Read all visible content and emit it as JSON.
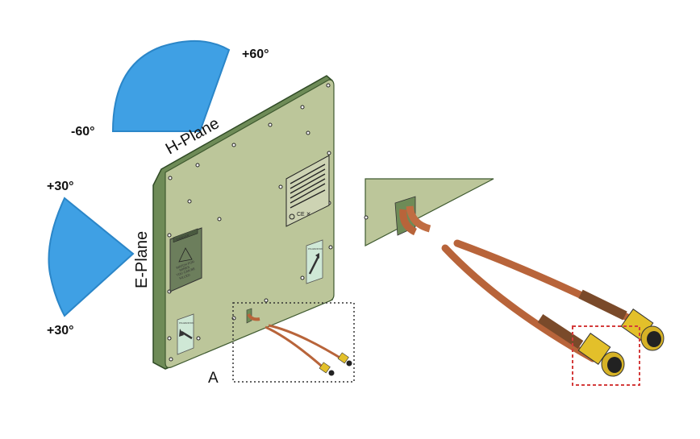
{
  "labels": {
    "h_plus": "+60°",
    "h_minus": "-60°",
    "h_plane": "H-Plane",
    "e_plus_top": "+30°",
    "e_plus_bottom": "+30°",
    "e_plane": "E-Plane",
    "detail": "A"
  },
  "panel": {
    "danger_title": "DANGER",
    "danger_text_1": "WATCH FOR",
    "danger_text_2": "WIRES",
    "danger_text_3": "YOU CAN BE",
    "danger_text_4": "KILLED",
    "polarization_1": "POLARIZATION",
    "polarization_2": "POLARIZATION"
  },
  "colors": {
    "beam": "#3fa0e4",
    "panel_face": "#bcc69a",
    "panel_edge": "#5d7a4a",
    "cable": "#b8643a",
    "connector": "#e3c02a",
    "highlight": "#d43c3c"
  }
}
